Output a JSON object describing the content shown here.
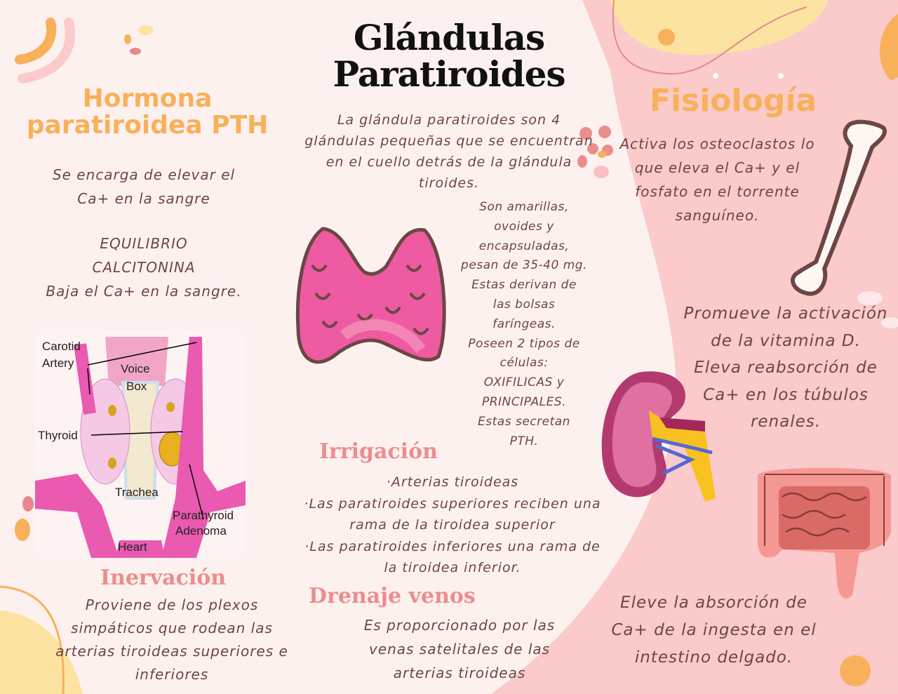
{
  "title": {
    "line1": "Glándulas",
    "line2": "Paratiroides"
  },
  "left": {
    "pth": {
      "heading_line1": "Hormona",
      "heading_line2": "paratiroidea PTH",
      "desc_line1": "Se encarga de elevar el",
      "desc_line2": "Ca+ en la sangre",
      "equilibrio": "EQUILIBRIO",
      "calcitonina": "CALCITONINA",
      "calcitonina_desc": "Baja el Ca+ en la sangre."
    },
    "diagram": {
      "labels": {
        "carotid": "Carotid",
        "artery": "Artery",
        "voice": "Voice",
        "box": "Box",
        "thyroid": "Thyroid",
        "trachea": "Trachea",
        "parathyroid": "Parathyroid",
        "adenoma": "Adenoma",
        "heart": "Heart"
      }
    },
    "inervacion": {
      "heading": "Inervación",
      "lines": [
        "Proviene de los plexos",
        "simpáticos que rodean las",
        "arterias tiroideas superiores e",
        "inferiores"
      ]
    }
  },
  "center": {
    "intro": [
      "La glándula paratiroides son 4",
      "glándulas pequeñas que se encuentran",
      "en el cuello detrás de la glándula",
      "tiroides."
    ],
    "features": [
      "Son amarillas,",
      "ovoides y",
      "encapsuladas,",
      "pesan de 35-40 mg.",
      "Estas derivan de",
      "las bolsas",
      "faríngeas.",
      "Poseen 2 tipos de",
      "células:",
      "OXIFILICAS y",
      "PRINCIPALES.",
      "Estas secretan",
      "PTH."
    ],
    "irrigacion": {
      "heading": "Irrigación",
      "lines": [
        "·Arterias tiroideas",
        "·Las paratiroides superiores reciben una",
        "rama de la tiroidea superior",
        "·Las paratiroides inferiores una rama de",
        "la tiroidea inferior."
      ]
    },
    "drenaje": {
      "heading": "Drenaje venos",
      "lines": [
        "Es proporcionado por las",
        "venas satelitales de las",
        "arterias tiroideas"
      ]
    }
  },
  "right": {
    "fisiologia": {
      "heading": "Fisiología",
      "bone_lines": [
        "Activa los osteoclastos lo",
        "que eleva el Ca+ y el",
        "fosfato en el torrente",
        "sanguíneo."
      ],
      "kidney_lines": [
        "Promueve la activación",
        "de la vitamina D.",
        "Eleva reabsorción de",
        "Ca+ en los túbulos",
        "renales."
      ],
      "intestine_lines": [
        "Eleve la absorción de",
        "Ca+ de la ingesta en el",
        "intestino delgado."
      ]
    }
  },
  "colors": {
    "background": "#fdf1ef",
    "pink_panel": "#fbcaca",
    "yellow_blob": "#fde3a2",
    "orange_accent": "#f9b05a",
    "pink_heading": "#ec8d8d",
    "text_brown": "#6b4743"
  }
}
